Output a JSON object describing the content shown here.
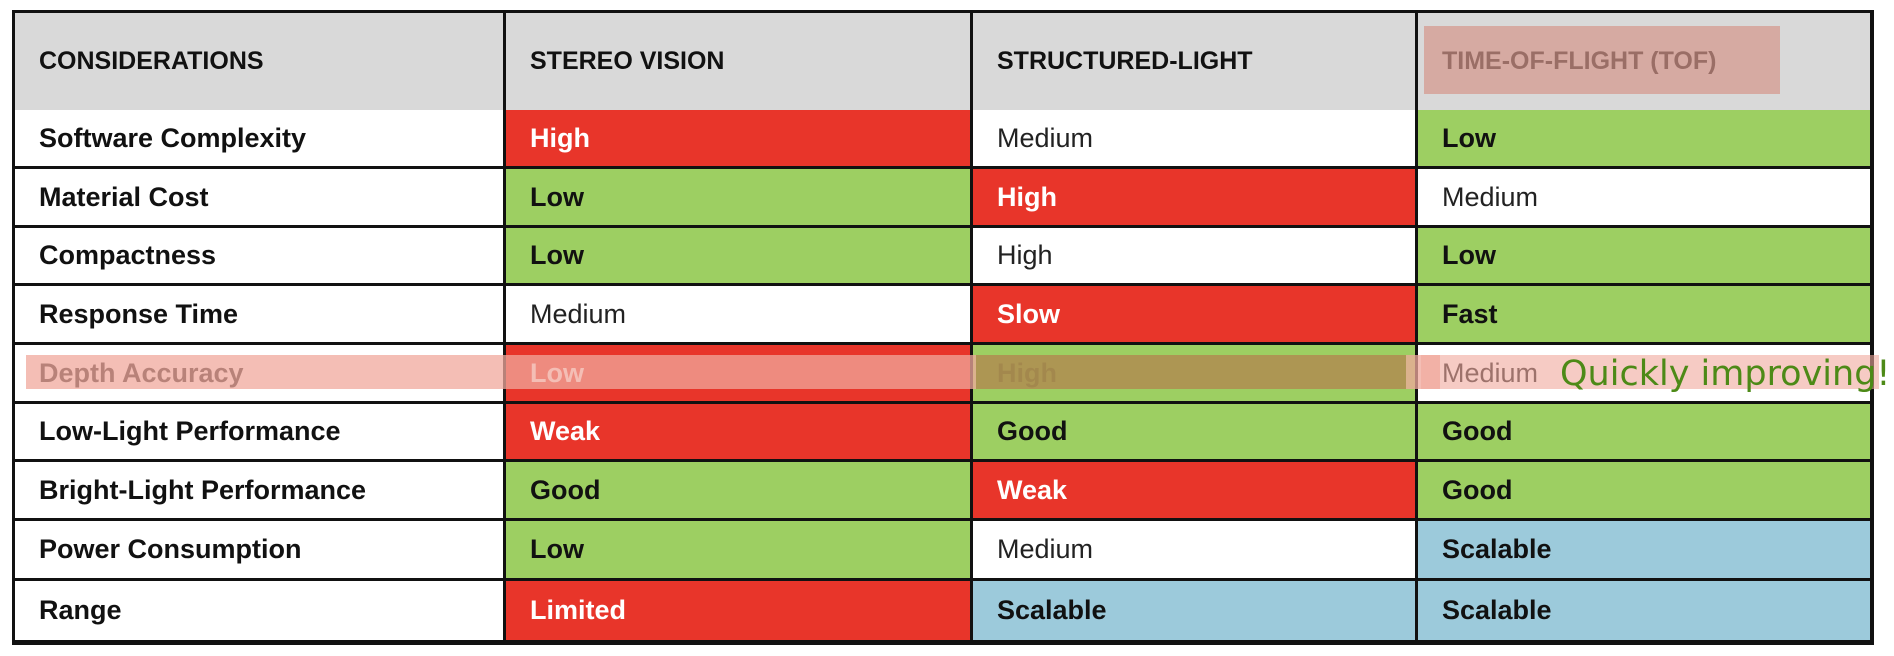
{
  "table": {
    "headers": [
      "CONSIDERATIONS",
      "STEREO VISION",
      "STRUCTURED-LIGHT",
      "TIME-OF-FLIGHT (TOF)"
    ],
    "rows": [
      {
        "label": "Software Complexity",
        "cells": [
          {
            "text": "High",
            "color": "red"
          },
          {
            "text": "Medium",
            "color": "white"
          },
          {
            "text": "Low",
            "color": "green"
          }
        ]
      },
      {
        "label": "Material Cost",
        "cells": [
          {
            "text": "Low",
            "color": "green"
          },
          {
            "text": "High",
            "color": "red"
          },
          {
            "text": "Medium",
            "color": "white"
          }
        ]
      },
      {
        "label": "Compactness",
        "cells": [
          {
            "text": "Low",
            "color": "green"
          },
          {
            "text": "High",
            "color": "white"
          },
          {
            "text": "Low",
            "color": "green"
          }
        ]
      },
      {
        "label": "Response Time",
        "cells": [
          {
            "text": "Medium",
            "color": "white"
          },
          {
            "text": "Slow",
            "color": "red"
          },
          {
            "text": "Fast",
            "color": "green"
          }
        ]
      },
      {
        "label": "Depth Accuracy",
        "cells": [
          {
            "text": "Low",
            "color": "red"
          },
          {
            "text": "High",
            "color": "green"
          },
          {
            "text": "Medium",
            "color": "white"
          }
        ]
      },
      {
        "label": "Low-Light Performance",
        "cells": [
          {
            "text": "Weak",
            "color": "red"
          },
          {
            "text": "Good",
            "color": "green"
          },
          {
            "text": "Good",
            "color": "green"
          }
        ]
      },
      {
        "label": "Bright-Light Performance",
        "cells": [
          {
            "text": "Good",
            "color": "green"
          },
          {
            "text": "Weak",
            "color": "red"
          },
          {
            "text": "Good",
            "color": "green"
          }
        ]
      },
      {
        "label": "Power Consumption",
        "cells": [
          {
            "text": "Low",
            "color": "green"
          },
          {
            "text": "Medium",
            "color": "white"
          },
          {
            "text": "Scalable",
            "color": "blue"
          }
        ]
      },
      {
        "label": "Range",
        "cells": [
          {
            "text": "Limited",
            "color": "red"
          },
          {
            "text": "Scalable",
            "color": "blue"
          },
          {
            "text": "Scalable",
            "color": "blue"
          }
        ]
      }
    ]
  },
  "annotation": {
    "text": "Quickly improving!",
    "highlighted_row_label": "Depth Accuracy",
    "highlighted_header": "TIME-OF-FLIGHT (TOF)"
  },
  "colors": {
    "red": "#e8352a",
    "green": "#9dcf62",
    "blue": "#9ccadb",
    "header_gray": "#d9d9d9",
    "highlight_pink": "#f0a89c",
    "highlight_header": "#d4958a",
    "annotation_green": "#4d8a17"
  }
}
